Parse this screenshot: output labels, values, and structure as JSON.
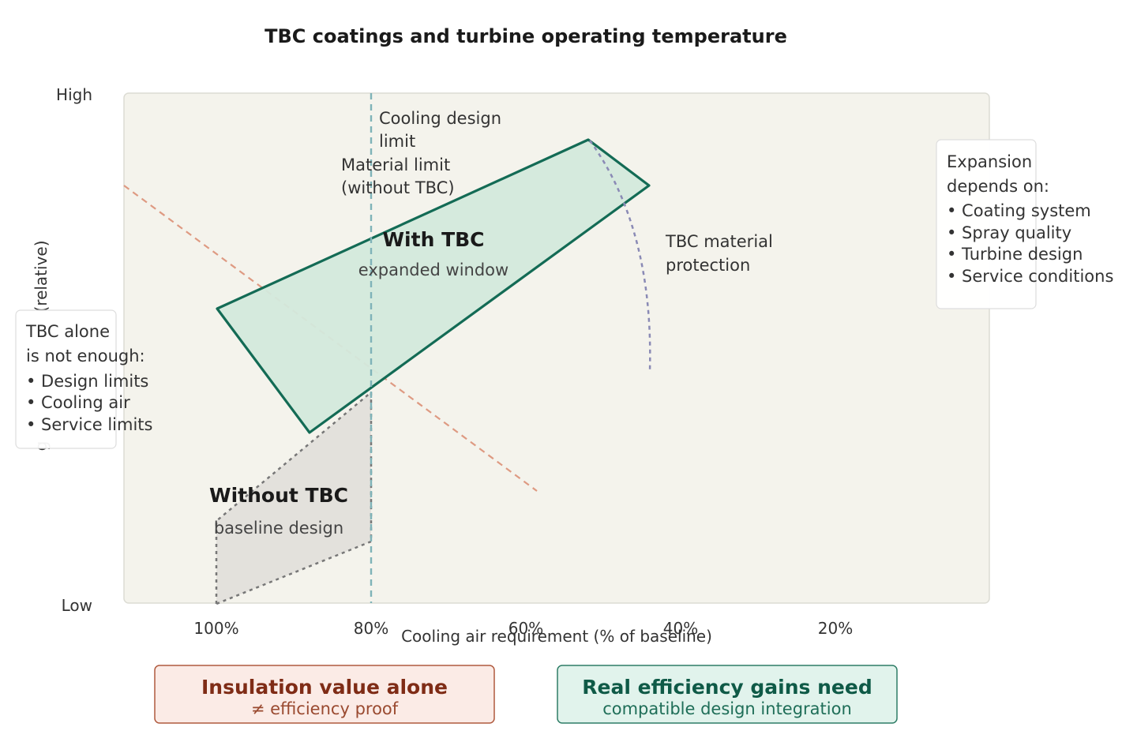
{
  "title": "TBC coatings and turbine operating temperature",
  "y_axis": {
    "label_fragment": "(relative)",
    "label_fragment_lower": "g",
    "high": "High",
    "low": "Low"
  },
  "x_axis": {
    "label": "Cooling air requirement (% of baseline)",
    "ticks": [
      "100%",
      "80%",
      "60%",
      "40%",
      "20%"
    ],
    "tick_values": [
      100,
      80,
      60,
      40,
      20
    ]
  },
  "lines": {
    "cooling_limit": "Cooling design limit",
    "material_limit": "Material limit (without TBC)",
    "tbc_protection": "TBC material protection"
  },
  "regions": {
    "with_tbc": {
      "title": "With TBC",
      "subtitle": "expanded window"
    },
    "without_tbc": {
      "title": "Without TBC",
      "subtitle": "baseline design"
    }
  },
  "notes": {
    "left": {
      "line1": "TBC alone",
      "line2": "is not enough:",
      "items": [
        "• Design limits",
        "• Cooling air",
        "• Service limits"
      ]
    },
    "right": {
      "line1": "Expansion",
      "line2": "depends on:",
      "items": [
        "• Coating system",
        "• Spray quality",
        "• Turbine design",
        "• Service conditions"
      ]
    }
  },
  "callouts": {
    "left": {
      "title": "Insulation value alone",
      "subtitle": "≠ efficiency proof"
    },
    "right": {
      "title": "Real efficiency gains need",
      "subtitle": "compatible design integration"
    }
  },
  "colors": {
    "plot_bg": "#f4f3ec",
    "with_tbc_fill": "#d3e9dc",
    "with_tbc_stroke": "#136b55",
    "without_tbc_fill": "#e3e1dc",
    "without_tbc_stroke": "#777777",
    "cooling_limit": "#7fb3b8",
    "material_limit": "#de9a82",
    "tbc_protection": "#8a8ab5",
    "warn_box_fill": "#fbebe6",
    "warn_box_stroke": "#b05a3e",
    "warn_text": "#7f2c16",
    "good_box_fill": "#e1f3ec",
    "good_box_stroke": "#2e7d66",
    "good_text": "#0f5a47"
  }
}
